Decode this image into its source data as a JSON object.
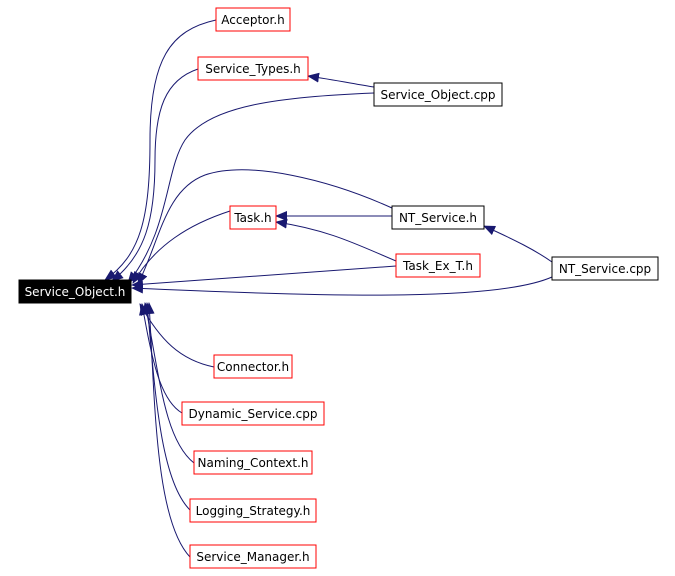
{
  "colors": {
    "edge": "#191970",
    "border_linked": "#ff0000",
    "border_plain": "#000000",
    "root_fill": "#000000",
    "root_text": "#ffffff",
    "node_fill": "#ffffff",
    "node_text": "#000000"
  },
  "nodes": {
    "service_object_h": "Service_Object.h",
    "acceptor_h": "Acceptor.h",
    "service_types_h": "Service_Types.h",
    "service_object_cpp": "Service_Object.cpp",
    "task_h": "Task.h",
    "nt_service_h": "NT_Service.h",
    "task_ex_t_h": "Task_Ex_T.h",
    "nt_service_cpp": "NT_Service.cpp",
    "connector_h": "Connector.h",
    "dynamic_service_cpp": "Dynamic_Service.cpp",
    "naming_context_h": "Naming_Context.h",
    "logging_strategy_h": "Logging_Strategy.h",
    "service_manager_h": "Service_Manager.h"
  },
  "edges": [
    {
      "from": "acceptor_h",
      "to": "service_object_h"
    },
    {
      "from": "service_types_h",
      "to": "service_object_h"
    },
    {
      "from": "service_object_cpp",
      "to": "service_types_h"
    },
    {
      "from": "service_object_cpp",
      "to": "service_object_h"
    },
    {
      "from": "task_h",
      "to": "service_object_h"
    },
    {
      "from": "nt_service_h",
      "to": "task_h"
    },
    {
      "from": "nt_service_h",
      "to": "service_object_h"
    },
    {
      "from": "task_ex_t_h",
      "to": "task_h"
    },
    {
      "from": "task_ex_t_h",
      "to": "service_object_h"
    },
    {
      "from": "nt_service_cpp",
      "to": "nt_service_h"
    },
    {
      "from": "nt_service_cpp",
      "to": "service_object_h"
    },
    {
      "from": "connector_h",
      "to": "service_object_h"
    },
    {
      "from": "dynamic_service_cpp",
      "to": "service_object_h"
    },
    {
      "from": "naming_context_h",
      "to": "service_object_h"
    },
    {
      "from": "logging_strategy_h",
      "to": "service_object_h"
    },
    {
      "from": "service_manager_h",
      "to": "service_object_h"
    }
  ]
}
